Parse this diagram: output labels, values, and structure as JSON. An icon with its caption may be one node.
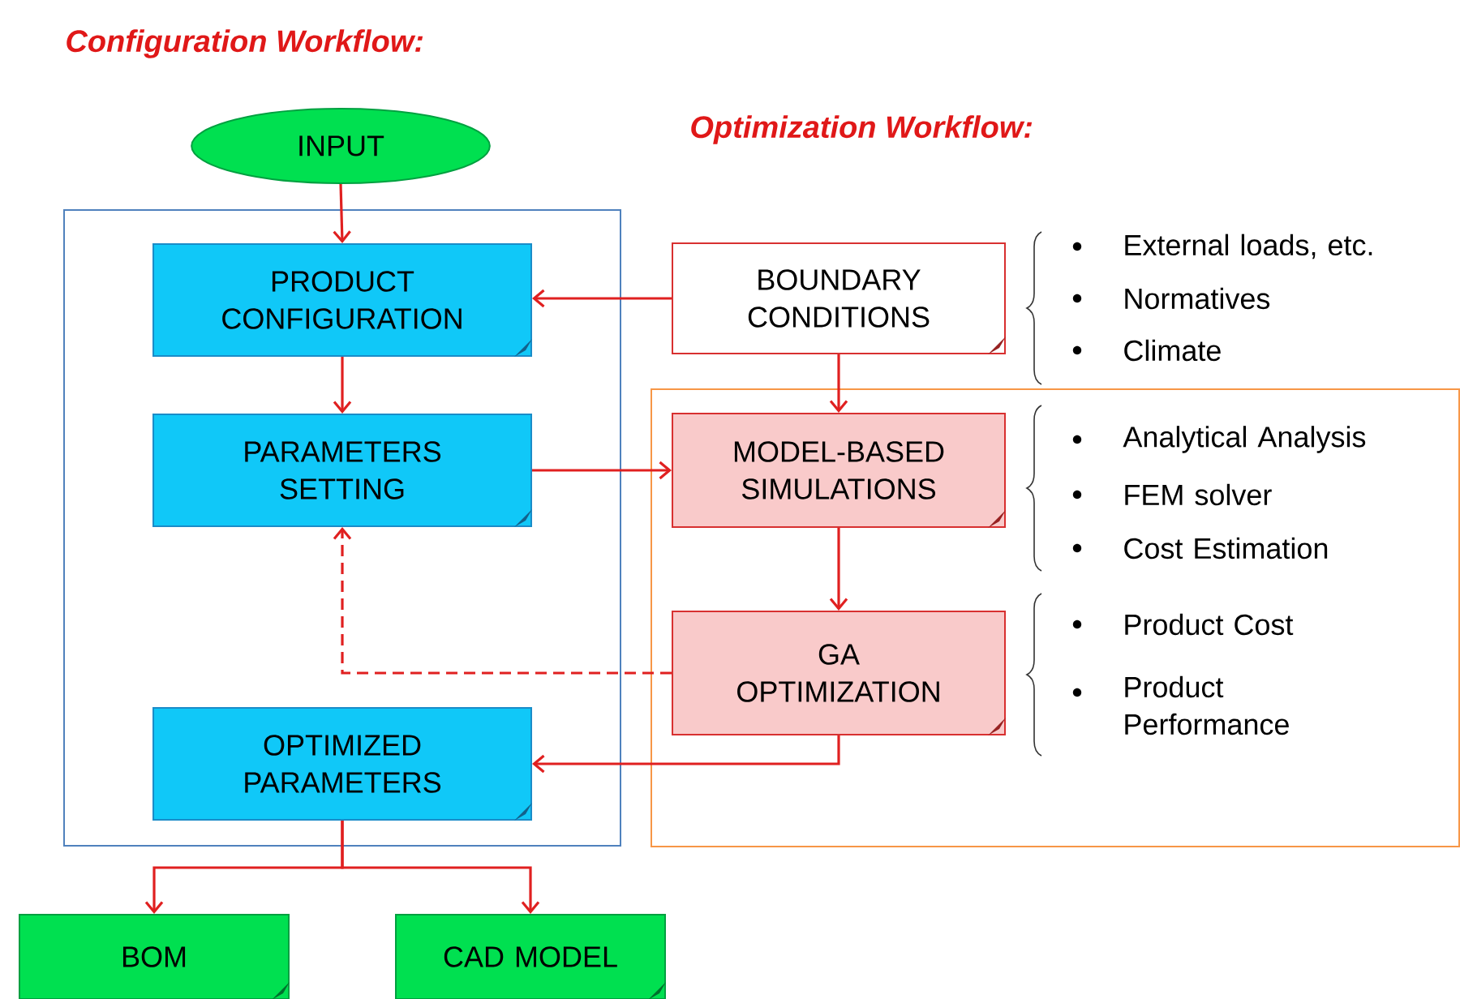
{
  "diagram": {
    "nodes": [
      {
        "text": [],
        "shape": "box"
      },
      {
        "text": [],
        "shape": "box"
      },
      {
        "text": [
          "INPUT"
        ]
      },
      {
        "text": [
          "PRODUCT CONFIGURATION"
        ],
        "in": 0
      },
      {
        "text": [
          "BOUNDARY CONDITIONS"
        ],
        "beside": [
          "External loads, etc.",
          "Normatives",
          "Climate"
        ]
      },
      {
        "text": [
          "PARAMETERS SETTING"
        ],
        "in": 0
      },
      {
        "text": [
          "MODEL-BASED SIMULATIONS"
        ],
        "in": 1,
        "beside": [
          "Analytical Analysis",
          "FEM solver",
          "Cost Estimation"
        ]
      },
      {
        "text": [
          "GA OPTIMIZATION"
        ],
        "in": 1,
        "beside": [
          "Product Cost",
          "Product Performance"
        ]
      },
      {
        "text": [
          "OPTIMIZED PARAMETERS"
        ],
        "in": 0
      },
      {
        "text": [
          "BOM"
        ]
      },
      {
        "text": [
          "CAD MODEL"
        ]
      }
    ],
    "edges": [
      {
        "from": 2,
        "to": 3,
        "arrow": "to"
      },
      {
        "from": 4,
        "to": 3,
        "arrow": "to"
      },
      {
        "from": 3,
        "to": 5,
        "arrow": "to"
      },
      {
        "from": 4,
        "to": 6,
        "arrow": "to"
      },
      {
        "from": 5,
        "to": 6,
        "arrow": "to"
      },
      {
        "from": 6,
        "to": 7,
        "arrow": "to"
      },
      {
        "from": 7,
        "to": 5,
        "arrow": "to",
        "style": "dashed"
      },
      {
        "from": 7,
        "to": 8,
        "arrow": "to"
      },
      {
        "from": 8,
        "to": 9,
        "arrow": "to"
      },
      {
        "from": 8,
        "to": 10,
        "arrow": "to"
      }
    ],
    "labels": [
      "Configuration Workflow:",
      "Optimization Workflow:"
    ]
  }
}
